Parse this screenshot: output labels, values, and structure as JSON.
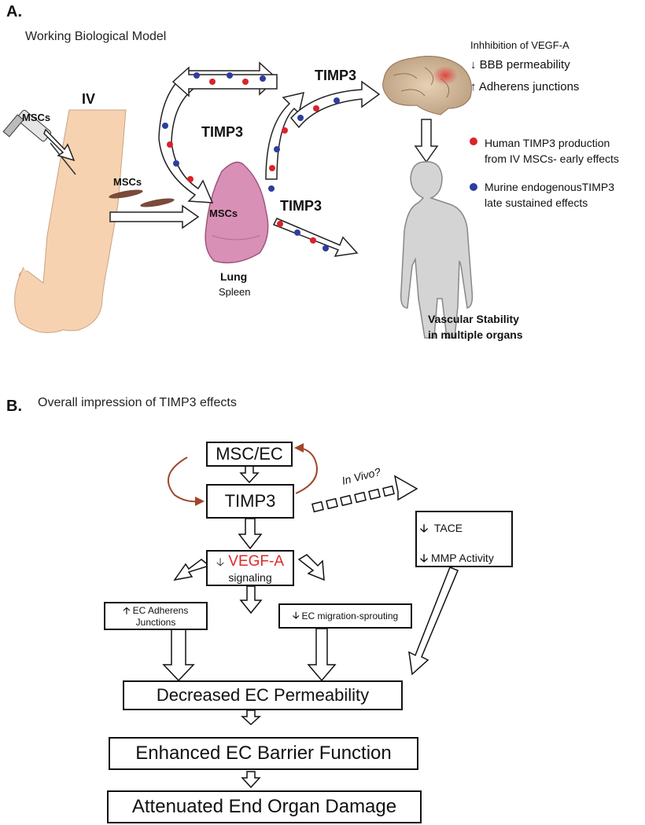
{
  "panel_a": {
    "label": "A.",
    "title": "Working Biological Model",
    "iv_label": "IV",
    "mscs_syringe": "MSCs",
    "mscs_cells": "MSCs",
    "mscs_lung": "MSCs",
    "timp3_cycle": "TIMP3",
    "timp3_brain": "TIMP3",
    "timp3_body": "TIMP3",
    "lung_label": "Lung",
    "spleen_label": "Spleen",
    "brain_effects": [
      "Inhhibition of VEGF-A",
      "↓ BBB permeability",
      "↑ Adherens junctions"
    ],
    "legend": [
      {
        "color": "#d9232a",
        "lines": [
          "Human TIMP3 production",
          "from IV MSCs- early effects"
        ]
      },
      {
        "color": "#2e3d9e",
        "lines": [
          "Murine endogenousTIMP3",
          "late sustained effects"
        ]
      }
    ],
    "outcome": [
      "Vascular Stability",
      "in multiple organs"
    ],
    "colors": {
      "red_dot": "#d9232a",
      "blue_dot": "#2e3d9e",
      "skin": "#f7d2b0",
      "lung": "#d990b6",
      "body": "#d4d4d4"
    }
  },
  "panel_b": {
    "label": "B.",
    "title": "Overall impression  of  TIMP3 effects",
    "msc_ec": "MSC/EC",
    "timp3": "TIMP3",
    "in_vivo": "In Vivo?",
    "tace": "TACE",
    "mmp": "MMP  Activity",
    "vegf": "VEGF-A",
    "signaling": "signaling",
    "ec_adherens": [
      "EC Adherens",
      "Junctions"
    ],
    "ec_migration": "EC migration-sprouting",
    "decreased": "Decreased EC Permeability",
    "enhanced": "Enhanced EC Barrier Function",
    "attenuated": "Attenuated End Organ Damage",
    "colors": {
      "vegf_text": "#e0262b",
      "loop_arrow": "#a0462a"
    }
  }
}
